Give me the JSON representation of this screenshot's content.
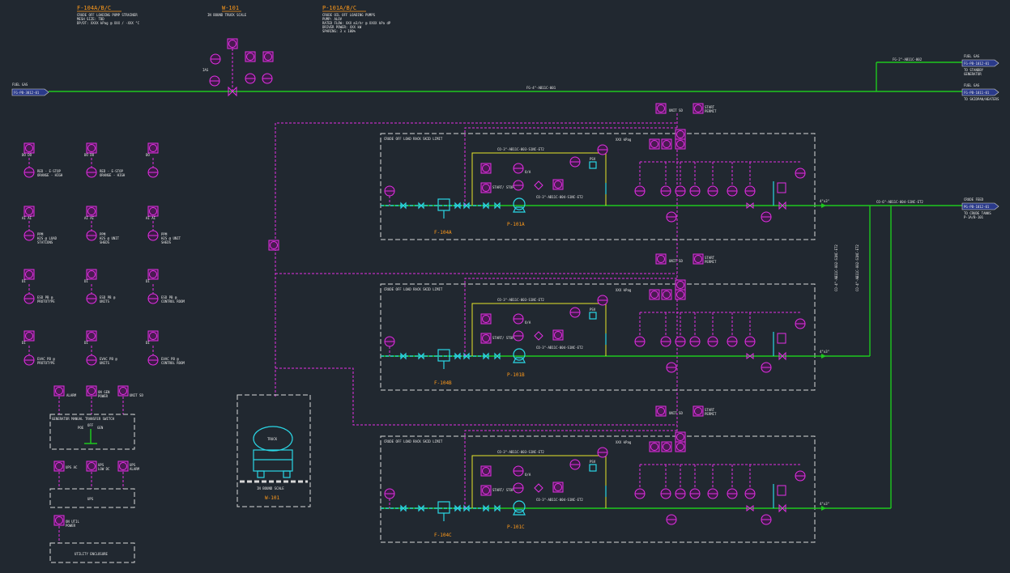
{
  "equipment": {
    "strainers": {
      "tag": "F-104A/B/C",
      "desc": [
        "CRUDE OFF LOADING PUMP STRAINER",
        "MESH SIZE: TBD",
        "DP/DT: XXXX kPag @ XXX / -XXX °C"
      ]
    },
    "scale": {
      "tag": "W-101",
      "desc": [
        "IN BOUND TRUCK SCALE"
      ]
    },
    "pumps": {
      "tag": "P-101A/B/C",
      "desc": [
        "CRUDE OIL OFF LOADING PUMPS",
        "PUMP: ALOV",
        "RATED FLOW: XXX m3/hr @ XXXX kPa dP",
        "DRIVER POWER: XXX kW",
        "SPARING: 3 x 100%"
      ]
    }
  },
  "lines": {
    "fuel_gas_in_label": "FUEL GAS",
    "fuel_gas_in_ref": "FG-PB-3012-01",
    "fg_main": "FG-4\"-AB11C-001",
    "fg_branch": "FG-2\"-AB11C-002",
    "fg_out1_label": "FUEL GAS",
    "fg_out1_ref": "FG-PB-1012-01",
    "fg_out1_dest": [
      "TO STANDBY",
      "GENERATOR"
    ],
    "fg_out2_label": "FUEL GAS",
    "fg_out2_ref": "FG-PB-1011-01",
    "fg_out2_dest": "TO SKIDPAN/HEATERS",
    "crude_header": "CO-6\"-AB11C-004-S1NC-ET2",
    "crude_out_label": "CRUDE FEED",
    "crude_out_ref": "PG-PB-1012-01",
    "crude_out_dest": [
      "TO CRUDE TANKS",
      "P-1A/B-101"
    ],
    "riser1": "CO-4\"-AB11C-002-S1NC-ET2",
    "riser2": "CO-4\"-AB11C-002-S1NC-ET2"
  },
  "skids": [
    {
      "title": "CRUDE OFF LOAD RACK SKID LIMIT",
      "strainer": "F-104A",
      "pump": "P-101A",
      "suction": "CO-3\"-AB11C-003-S1NC-ET2",
      "discharge": "CO-3\"-AB11C-004-S1NC-ET2",
      "start_stop": "START/ STOP",
      "oa": "O/A",
      "psv": "PSV",
      "unit_sd": "UNIT SD",
      "start_permit": [
        "START",
        "PERMIT"
      ],
      "outlet": "4\"x3\"",
      "psv_set": "XXX kPag"
    },
    {
      "title": "CRUDE OFF LOAD RACK SKID LIMIT",
      "strainer": "F-104B",
      "pump": "P-101B",
      "suction": "CO-3\"-AB11C-003-S1NC-ET2",
      "discharge": "CO-3\"-AB11C-004-S1NC-ET2",
      "start_stop": "START/ STOP",
      "oa": "O/A",
      "psv": "PSV",
      "unit_sd": "UNIT SD",
      "start_permit": [
        "START",
        "PERMIT"
      ],
      "outlet": "4\"x3\"",
      "psv_set": "XXX kPag"
    },
    {
      "title": "CRUDE OFF LOAD RACK SKID LIMIT",
      "strainer": "F-104C",
      "pump": "P-101C",
      "suction": "CO-3\"-AB11C-003-S1NC-ET2",
      "discharge": "CO-3\"-AB11C-004-S1NC-ET2",
      "start_stop": "START/ STOP",
      "oa": "O/A",
      "psv": "PSV",
      "unit_sd": "UNIT SD",
      "start_permit": [
        "START",
        "PERMIT"
      ],
      "outlet": "4\"x3\"",
      "psv_set": "XXX kPag"
    }
  ],
  "legend": [
    {
      "io": "DO DO",
      "text": [
        "RED - E-STOP",
        "ORANGE - HIGH"
      ]
    },
    {
      "io": "DO DO",
      "text": [
        "RED - E-STOP",
        "ORANGE - HIGH"
      ]
    },
    {
      "io": "DO",
      "text": []
    },
    {
      "io": "AI AI",
      "text": [
        "PPM",
        "H2S @ LOAD",
        "STATIONS"
      ]
    },
    {
      "io": "AI AI",
      "text": [
        "PPM",
        "H2S @ UNIT",
        "SHEDS"
      ]
    },
    {
      "io": "AI AI",
      "text": [
        "PPM",
        "H2S @ UNIT",
        "SHEDS"
      ]
    },
    {
      "io": "DI",
      "text": [
        "ESD PB @",
        "PROTOTYPE"
      ]
    },
    {
      "io": "DI",
      "text": [
        "ESD PB @",
        "UNITS"
      ]
    },
    {
      "io": "DI",
      "text": [
        "ESD PB @",
        "CONTROL ROOM"
      ]
    },
    {
      "io": "DI",
      "text": [
        "EVAC PB @",
        "PROTOTYPE"
      ]
    },
    {
      "io": "DI",
      "text": [
        "EVAC PB @",
        "UNITS"
      ]
    },
    {
      "io": "DI",
      "text": [
        "EVAC PB @",
        "CONTROL ROOM"
      ]
    }
  ],
  "generator": {
    "title": "GENERATOR MANUAL TRANSFER SWITCH",
    "alarm": "ALARM",
    "on_gen_power": [
      "ON GEN",
      "POWER"
    ],
    "unit_sd": "UNIT SD",
    "poe_label": "POE",
    "off_label": "OFF",
    "gen_label": "GEN"
  },
  "ups": {
    "title": "UPS",
    "ups_ac": "UPS AC",
    "ups_dc": [
      "UPS",
      "LOW DC"
    ],
    "ups_alarm": [
      "UPS",
      "ALARM"
    ]
  },
  "utility": {
    "title": "UTILITY ENCLOSURE",
    "on_util_power": [
      "ON UTIL",
      "POWER"
    ]
  },
  "truck": {
    "label": "TRUCK",
    "scale_label": "IN BOUND SCALE",
    "tag": "W-101"
  },
  "top_instr": {
    "ias": "IAS"
  },
  "colors": {
    "background": "#212830",
    "process": "#1ec81e",
    "instrument": "#e42fe4",
    "tag": "#ff9a1a",
    "control": "#e6e62a",
    "equipment": "#2ad7e6"
  }
}
